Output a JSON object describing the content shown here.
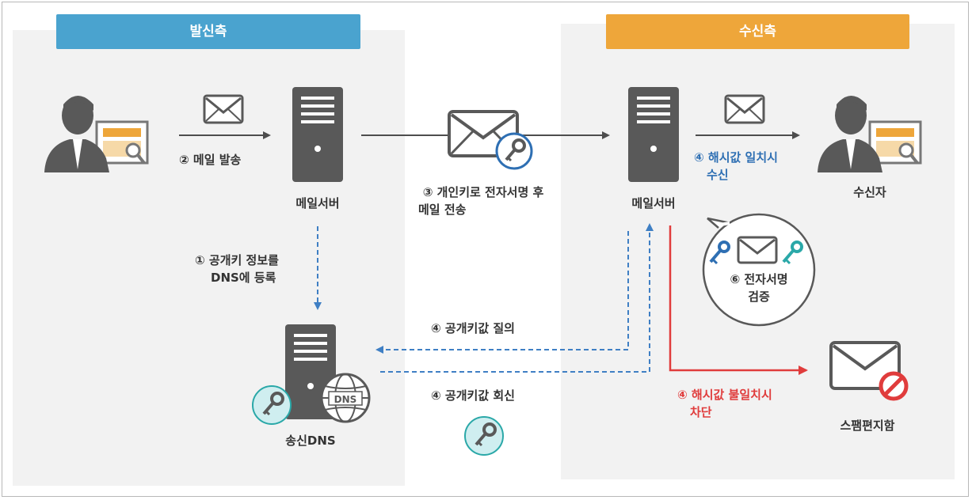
{
  "sender_header": "발신측",
  "receiver_header": "수신측",
  "step_send_mail": "② 메일 발송",
  "sender_mail_server": "메일서버",
  "step_sign": "③ 개인키로 전자서명 후",
  "step_sign_2": "메일 전송",
  "receiver_mail_server": "메일서버",
  "step_hash_match": "④ 해시값 일치시",
  "step_hash_match_2": "수신",
  "recipient": "수신자",
  "step_register": "① 공개키 정보를",
  "step_register_2": "DNS에 등록",
  "step_verify": "⑥ 전자서명",
  "step_verify_2": "검증",
  "step_query": "④ 공개키값 질의",
  "step_reply": "④ 공개키값 회신",
  "step_hash_mismatch": "④ 해시값 불일치시",
  "step_hash_mismatch_2": "차단",
  "spam": "스팸편지함",
  "sending_dns": "송신DNS",
  "dns_globe_text": "DNS",
  "colors": {
    "sender_header": "#4aa3cf",
    "receiver_header": "#eea63a",
    "panel": "#f2f2f2",
    "icon_dark": "#595959",
    "arrow": "#4d4d4d",
    "dashed_blue": "#3f7fc4",
    "red": "#e03c3c",
    "key_badge": "#cfeef0",
    "key_blue": "#2e6fb3",
    "certificate": "#eea63a"
  }
}
